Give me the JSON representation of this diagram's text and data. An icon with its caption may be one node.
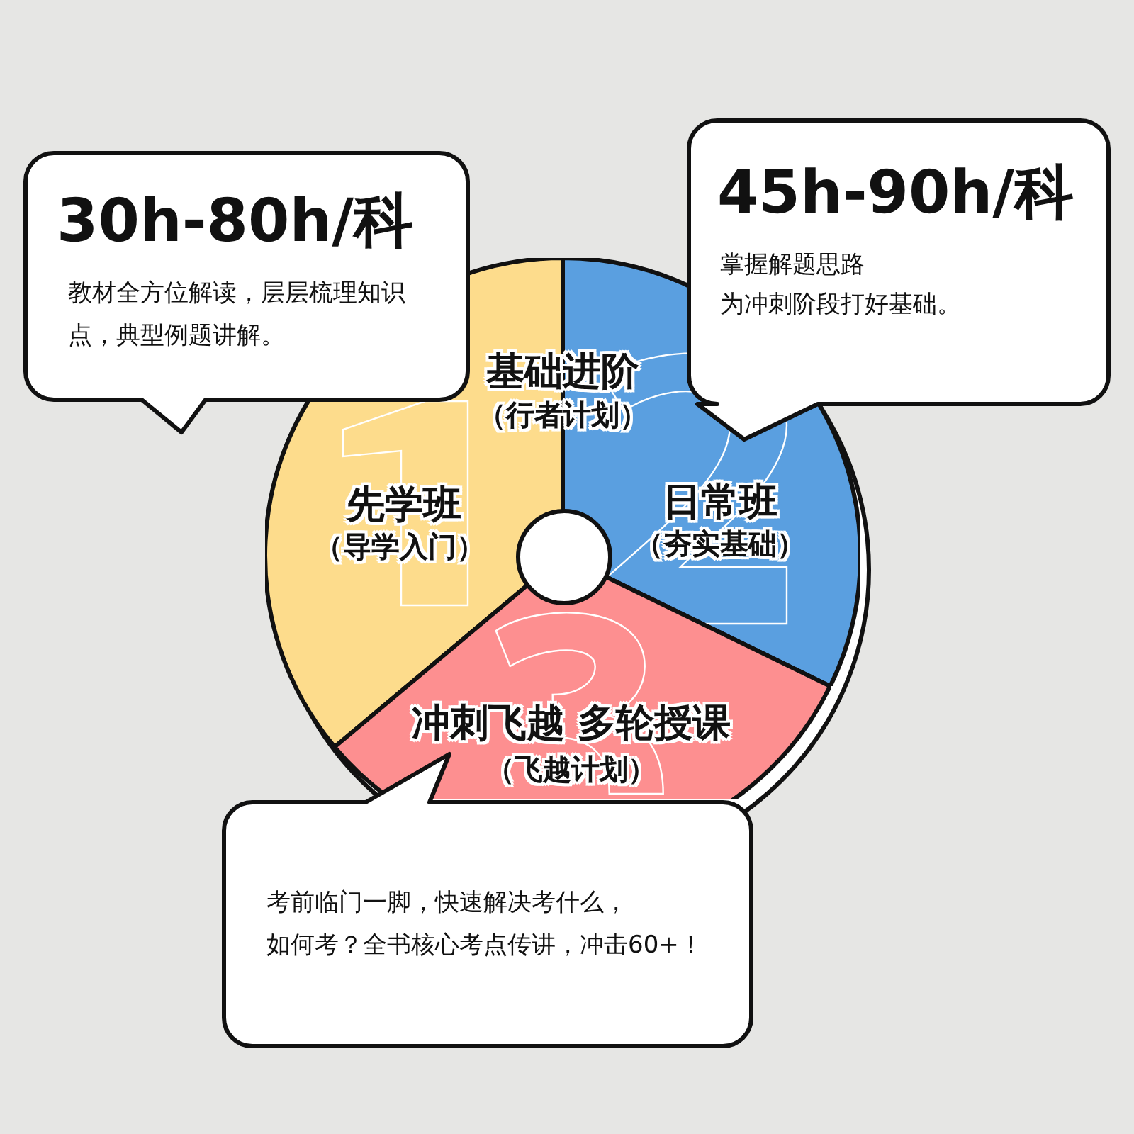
{
  "diagram": {
    "nodes": [
      {
        "text": [
          "先学班",
          "（导学入门）"
        ]
      },
      {
        "text": [
          "日常班",
          "（夯实基础）"
        ]
      },
      {
        "text": [
          "冲刺飞越 多轮授课",
          "（飞越计划）"
        ]
      },
      {
        "text": [],
        "shape": "circle"
      },
      {
        "text": [
          "30h-80h/科",
          "教材全方位解读，层层梳理知识点，典型例题讲解。"
        ]
      },
      {
        "text": [
          "45h-90h/科",
          "掌握解题思路",
          "为冲刺阶段打好基础。"
        ]
      },
      {
        "text": [
          "考前临门一脚，快速解决考什么，",
          "如何考？全书核心考点传讲，冲击60+！"
        ]
      }
    ],
    "edges": [],
    "labels": [
      "基础进阶",
      "（行者计划）"
    ]
  }
}
